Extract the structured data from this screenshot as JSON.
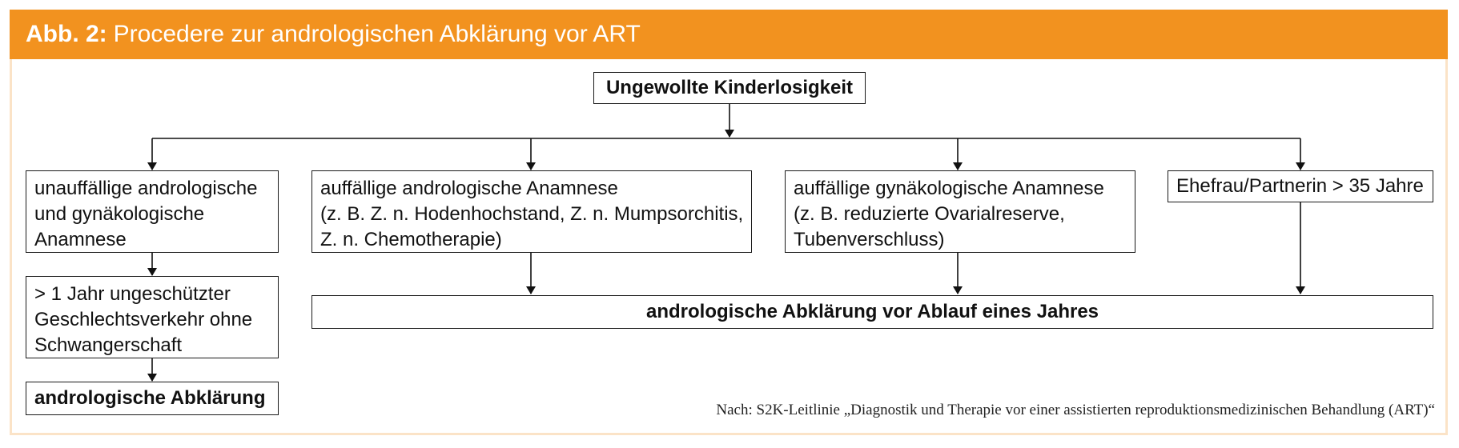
{
  "figure": {
    "label": "Abb. 2:",
    "title": "Procedere zur andrologischen Abklärung vor ART",
    "header_color": "#f2921f",
    "source": "Nach: S2K-Leitlinie „Diagnostik und Therapie vor einer assistierten reproduktionsmedizinischen Behandlung (ART)“"
  },
  "nodes": {
    "root": "Ungewollte Kinderlosigkeit",
    "branch1": [
      "unauffällige andrologische",
      "und gynäkologische",
      "Anamnese"
    ],
    "branch1_step2": [
      "> 1 Jahr ungeschützter",
      "Geschlechtsverkehr ohne",
      "Schwangerschaft"
    ],
    "branch1_result": "andrologische Abklärung",
    "branch2": [
      "auffällige andrologische Anamnese",
      "(z. B. Z. n. Hodenhochstand, Z. n. Mumpsorchitis,",
      "Z. n. Chemotherapie)"
    ],
    "branch3": [
      "auffällige gynäkologische Anamnese",
      "(z. B. reduzierte Ovarialreserve,",
      "Tubenverschluss)"
    ],
    "branch4": "Ehefrau/Partnerin > 35 Jahre",
    "merge_result": "andrologische Abklärung vor Ablauf eines Jahres"
  }
}
